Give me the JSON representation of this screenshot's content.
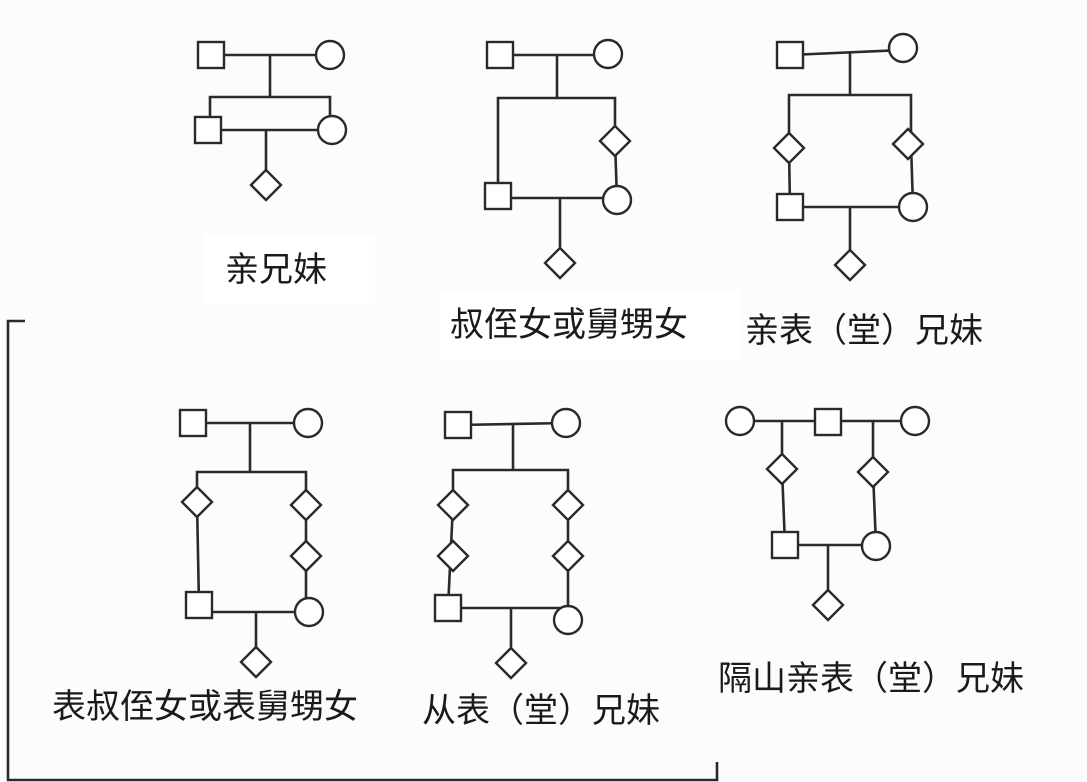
{
  "colors": {
    "stroke": "#2a2a2a",
    "symbol_fill": "#ffffff",
    "bracket": "#8a8a8a"
  },
  "legend": {
    "male_symbol": "square",
    "female_symbol": "circle",
    "unknown_sex_symbol": "diamond"
  },
  "diagrams": [
    {
      "id": "siblings",
      "label": "亲兄妹"
    },
    {
      "id": "uncle-niece",
      "label": "叔侄女或舅甥女"
    },
    {
      "id": "first-cousins",
      "label": "亲表（堂）兄妹"
    },
    {
      "id": "great-uncle-niece",
      "label": "表叔侄女或表舅甥女"
    },
    {
      "id": "second-cousins",
      "label": "从表（堂）兄妹"
    },
    {
      "id": "half-cousins",
      "label": "隔山亲表（堂）兄妹"
    }
  ]
}
